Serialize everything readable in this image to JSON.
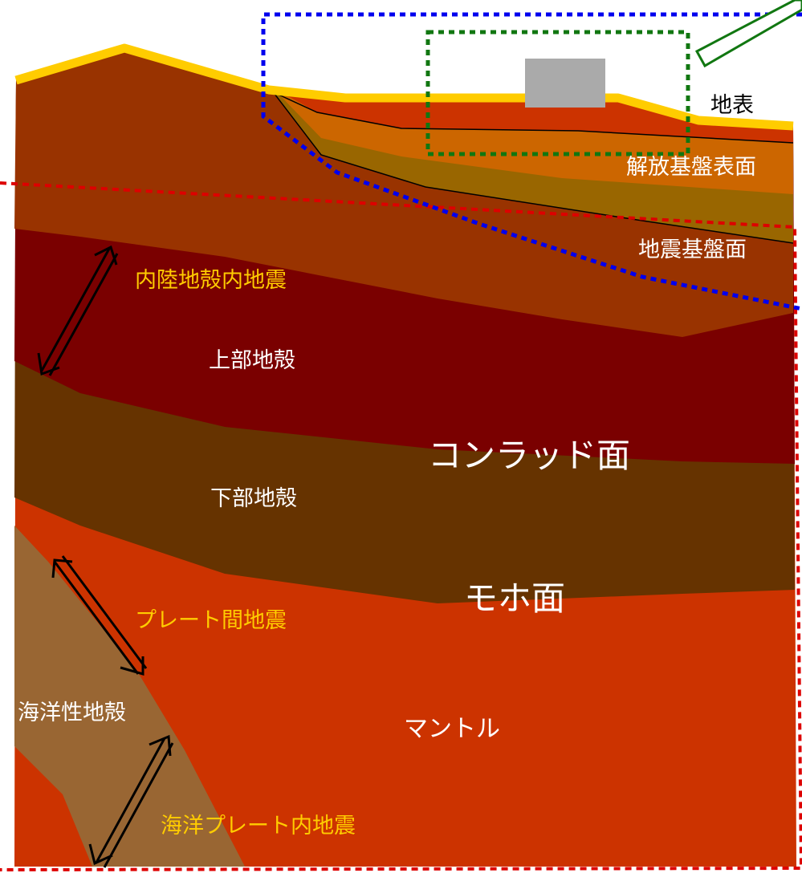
{
  "labels": {
    "surface": "地表",
    "engineering_bedrock": "解放基盤表面",
    "seismic_bedrock": "地震基盤面",
    "crustal_eq": "内陸地殻内地震",
    "upper_crust": "上部地殻",
    "conrad": "コンラッド面",
    "lower_crust": "下部地殻",
    "moho": "モホ面",
    "interplate_eq": "プレート間地震",
    "oceanic_crust": "海洋性地殻",
    "mantle": "マントル",
    "intraslab_eq": "海洋プレート内地震"
  },
  "colors": {
    "surface_line": "#ffcc00",
    "mantle": "#cc3300",
    "lower_crust": "#663300",
    "upper_crust": "#7a0000",
    "shallow_crust": "#993300",
    "sediment_top": "#cc3300",
    "sediment_mid": "#cc6600",
    "sediment_low": "#996600",
    "oceanic_crust": "#996633",
    "building": "#aaaaaa",
    "earthquake_label": "#ffcc00",
    "layer_label": "#ffffff",
    "box_red": "#dd0000",
    "box_blue": "#0000ee",
    "box_green": "#117711"
  }
}
